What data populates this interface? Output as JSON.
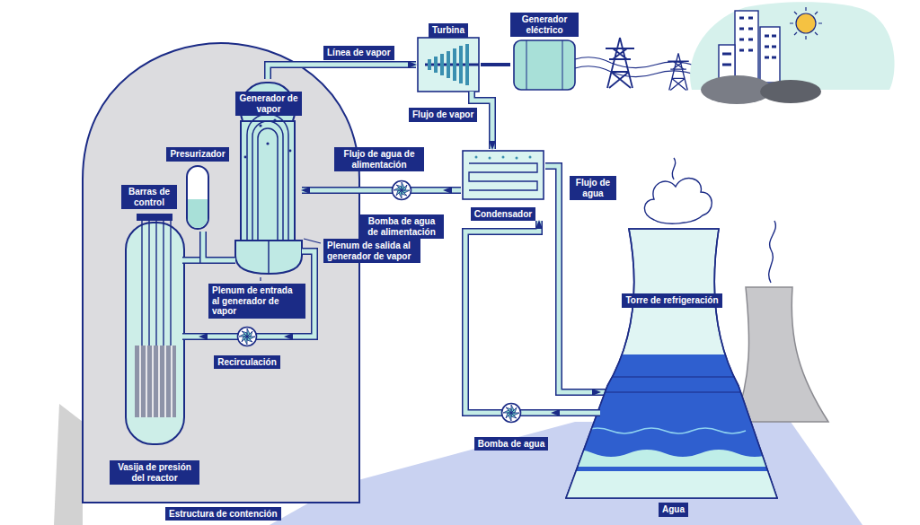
{
  "diagram": {
    "nodes": [
      {
        "text": [
          "Estructura de contención"
        ]
      },
      {
        "text": [
          "Vasija de presión del reactor"
        ],
        "in": 0
      },
      {
        "text": [
          "Presurizador"
        ],
        "in": 0
      },
      {
        "text": [
          "Generador de vapor"
        ],
        "in": 0
      },
      {
        "text": [
          "Turbina"
        ]
      },
      {
        "text": [
          "Generador eléctrico"
        ]
      },
      {
        "text": [
          "Condensador"
        ]
      },
      {
        "text": [
          "Torre de refrigeración"
        ]
      },
      {
        "text": [
          "Bomba de agua de alimentación"
        ]
      },
      {
        "text": [
          "Recirculación"
        ],
        "in": 0
      },
      {
        "text": [
          "Bomba de agua"
        ]
      }
    ],
    "edges": [
      {
        "from": 3,
        "to": 4,
        "label": "Línea de vapor",
        "arrow": "to"
      },
      {
        "from": 4,
        "to": 5,
        "arrow": "none"
      },
      {
        "from": 4,
        "to": 6,
        "label": "Flujo de vapor",
        "arrow": "to"
      },
      {
        "from": 6,
        "to": 8,
        "arrow": "to"
      },
      {
        "from": 8,
        "to": 3,
        "label": "Flujo de agua de alimentación",
        "arrow": "to"
      },
      {
        "from": 1,
        "to": 3,
        "arrow": "to"
      },
      {
        "from": 2,
        "to": 3,
        "arrow": "none"
      },
      {
        "from": 3,
        "to": 9,
        "arrow": "to"
      },
      {
        "from": 9,
        "to": 1,
        "arrow": "to"
      },
      {
        "from": 6,
        "to": 7,
        "label": "Flujo de agua",
        "arrow": "to"
      },
      {
        "from": 7,
        "to": 10,
        "arrow": "to"
      },
      {
        "from": 10,
        "to": 6,
        "arrow": "to"
      }
    ],
    "labels": [
      "Barras de control",
      "Plenum de salida al generador de vapor",
      "Plenum de entrada al generador de vapor",
      "Agua"
    ]
  }
}
